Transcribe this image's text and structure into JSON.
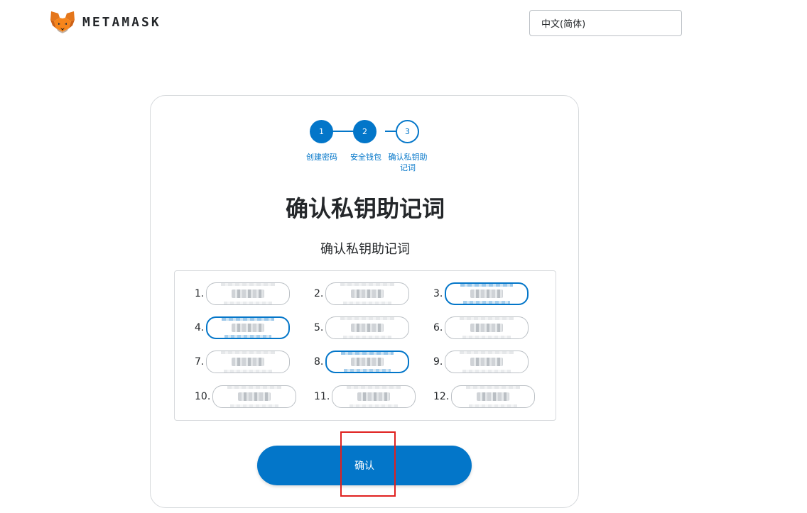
{
  "header": {
    "brand": "METAMASK",
    "language": "中文(简体)"
  },
  "steps": [
    {
      "number": "1",
      "label": "创建密码",
      "status": "done"
    },
    {
      "number": "2",
      "label": "安全钱包",
      "status": "done"
    },
    {
      "number": "3",
      "label": "确认私钥助\n记词",
      "status": "current"
    }
  ],
  "main": {
    "title": "确认私钥助记词",
    "subtitle": "确认私钥助记词"
  },
  "words": [
    {
      "index": "1.",
      "active": false
    },
    {
      "index": "2.",
      "active": false
    },
    {
      "index": "3.",
      "active": true
    },
    {
      "index": "4.",
      "active": true
    },
    {
      "index": "5.",
      "active": false
    },
    {
      "index": "6.",
      "active": false
    },
    {
      "index": "7.",
      "active": false
    },
    {
      "index": "8.",
      "active": true
    },
    {
      "index": "9.",
      "active": false
    },
    {
      "index": "10.",
      "active": false
    },
    {
      "index": "11.",
      "active": false
    },
    {
      "index": "12.",
      "active": false
    }
  ],
  "actions": {
    "confirm_label": "确认"
  },
  "colors": {
    "accent": "#0376c9",
    "highlight": "#e0211f"
  }
}
